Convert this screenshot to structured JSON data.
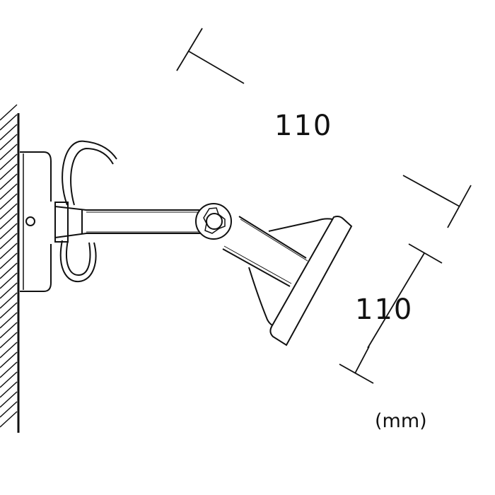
{
  "dimensions": {
    "width_label": "110",
    "height_label": "110",
    "unit_label": "(mm)"
  },
  "colors": {
    "line": "#111111",
    "background": "#ffffff"
  }
}
